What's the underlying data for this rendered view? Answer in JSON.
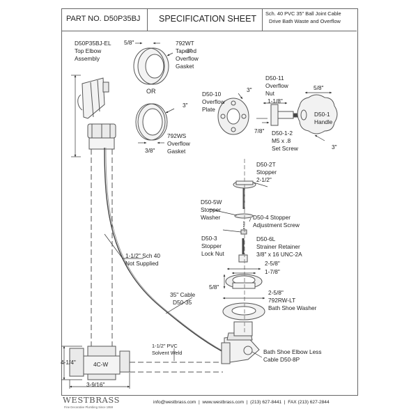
{
  "header": {
    "part_no_label": "PART NO.",
    "part_no": "D50P35BJ",
    "title": "SPECIFICATION SHEET",
    "description_line1": "Sch. 40 PVC 35\" Ball Joint Cable",
    "description_line2": "Drive Bath Waste and Overflow"
  },
  "parts": {
    "top_elbow": {
      "code": "D50P35BJ-EL",
      "line2": "Top Elbow",
      "line3": "Assembly"
    },
    "gasket_792wt": {
      "code": "792WT",
      "line2": "Tapered",
      "line3": "Overflow",
      "line4": "Gasket"
    },
    "or_label": "OR",
    "gasket_792ws": {
      "code": "792WS",
      "line2": "Overflow",
      "line3": "Gasket"
    },
    "overflow_plate": {
      "code": "D50-10",
      "line2": "Overflow",
      "line3": "Plate"
    },
    "overflow_nut": {
      "code": "D50-11",
      "line2": "Overflow",
      "line3": "Nut"
    },
    "handle": {
      "code": "D50-1",
      "line2": "Handle"
    },
    "set_screw": {
      "code": "D50-1-2",
      "line2": "M5 x .8",
      "line3": "Set Screw"
    },
    "stopper": {
      "code": "D50-2T",
      "line2": "Stopper",
      "line3": "2-1/2\""
    },
    "stopper_washer": {
      "code": "D50-5W",
      "line2": "Stopper",
      "line3": "Washer"
    },
    "stopper_adjust_screw": {
      "line1": "D50-4 Stopper",
      "line2": "Adjustment Screw"
    },
    "stopper_lock_nut": {
      "code": "D50-3",
      "line2": "Stopper",
      "line3": "Lock Nut"
    },
    "strainer_retainer": {
      "code": "D50-6L",
      "line2": "Strainer Retainer",
      "line3": "3/8\" x 16 UNC-2A"
    },
    "pipe_sch40": {
      "line1": "1-1/2\" Sch 40",
      "line2": "Not Supplied"
    },
    "cable": {
      "line1": "35\" Cable",
      "line2": "D50-35"
    },
    "bath_shoe_washer": {
      "code": "792RW-LT",
      "line2": "Bath Shoe Washer"
    },
    "tee_label": "4C-W",
    "pvc_weld": {
      "line1": "1-1/2\" PVC",
      "line2": "Solvent Weld"
    },
    "bath_shoe_elbow": {
      "line1": "Bath Shoe Elbow Less",
      "line2": "Cable D50-8P"
    }
  },
  "dimensions": {
    "gasket_width_5_8": "5/8\"",
    "gasket_792wt_dia": "3\"",
    "gasket_792ws_dia": "3\"",
    "gasket_792ws_width": "3/8\"",
    "overflow_plate_dia": "3\"",
    "overflow_nut_len": "1-1/8\"",
    "overflow_nut_7_8": "7/8\"",
    "handle_5_8": "5/8\"",
    "handle_dia": "3\"",
    "strainer_2_5_8": "2-5/8\"",
    "strainer_1_7_8": "1-7/8\"",
    "strainer_5_8": "5/8\"",
    "washer_2_5_8": "2-5/8\"",
    "tee_height": "4-1/4\"",
    "tee_width": "3-9/16\""
  },
  "footer": {
    "brand": "WESTBRASS",
    "tagline": "Fine Decorative Plumbing Since 1959",
    "contact": "info@westbrass.com  |  www.westbrass.com  |  (213) 627-8441  |  FAX (213) 627-2844"
  }
}
